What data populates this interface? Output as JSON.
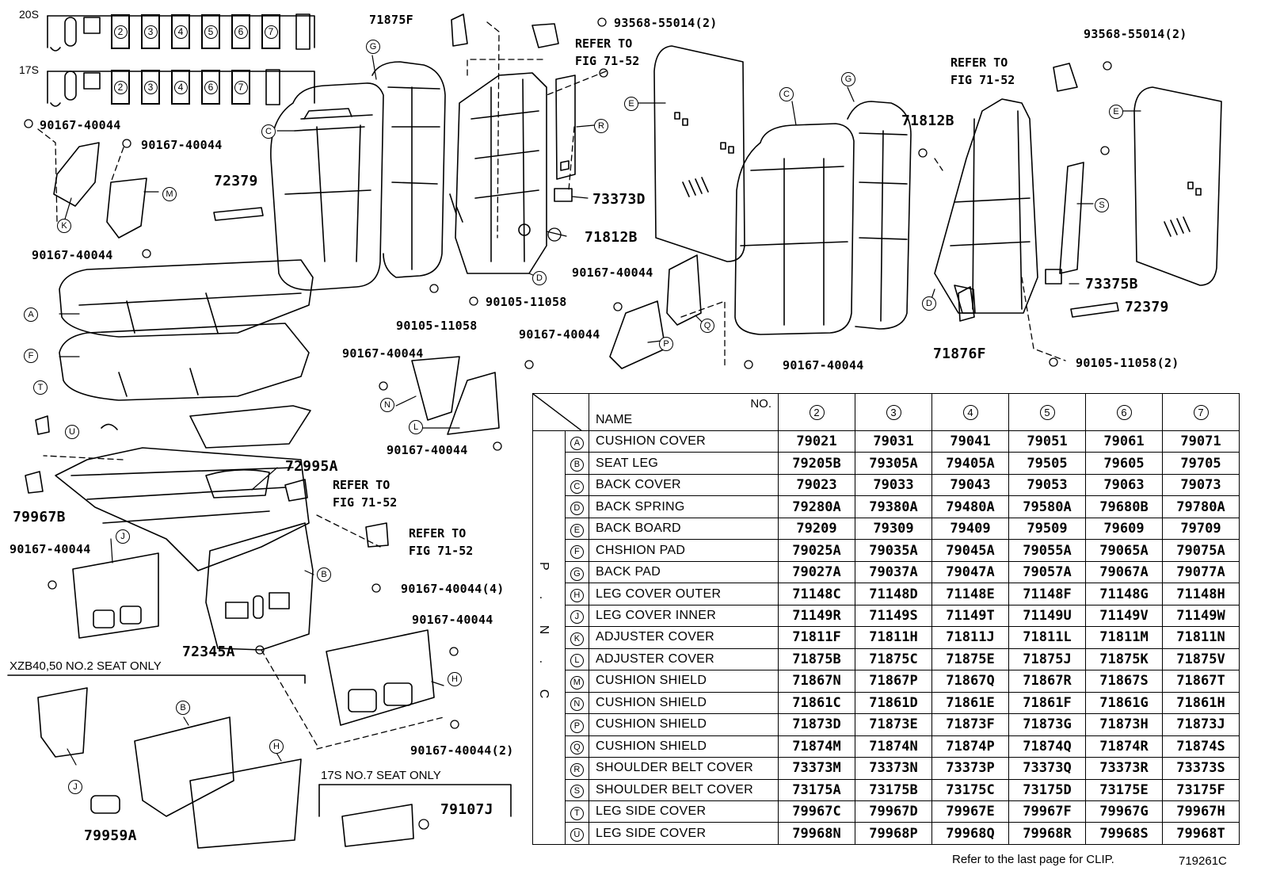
{
  "seat_configs": [
    {
      "label": "20S",
      "positions": [
        "2",
        "3",
        "4",
        "5",
        "6",
        "7"
      ]
    },
    {
      "label": "17S",
      "positions": [
        "2",
        "3",
        "4",
        "6",
        "7"
      ]
    }
  ],
  "part_labels": {
    "p71875F": "71875F",
    "p93568_a": "93568-55014(2)",
    "p93568_b": "93568-55014(2)",
    "p90167_1": "90167-40044",
    "p90167_2": "90167-40044",
    "p72379_a": "72379",
    "p90167_3": "90167-40044",
    "p73373D": "73373D",
    "p71812B_a": "71812B",
    "p71812B_b": "71812B",
    "p90167_4": "90167-40044",
    "p90105_a": "90105-11058",
    "p90105_b": "90105-11058",
    "p90167_5": "90167-40044",
    "p90167_6": "90167-40044",
    "p90167_7": "90167-40044",
    "p90167_8": "90167-40044",
    "p73375B": "73375B",
    "p72379_b": "72379",
    "p71876F": "71876F",
    "p90105_c": "90105-11058(2)",
    "p72995A": "72995A",
    "p79967B": "79967B",
    "p90167_9": "90167-40044",
    "p90167_10": "90167-40044(4)",
    "p72345A": "72345A",
    "p90167_11": "90167-40044",
    "p90167_12": "90167-40044(2)",
    "p79107J": "79107J",
    "p79959A": "79959A"
  },
  "refer_notes": {
    "r1": "REFER TO\nFIG 71-52",
    "r2": "REFER TO\nFIG 71-52",
    "r3": "REFER TO\nFIG 71-52",
    "r4": "REFER TO\nFIG 71-52"
  },
  "captions": {
    "xzb": "XZB40,50  NO.2 SEAT ONLY",
    "s17": "17S NO.7 SEAT ONLY"
  },
  "table": {
    "header_name": "NAME",
    "header_no": "NO.",
    "side_label": "P . N . C",
    "columns": [
      "2",
      "3",
      "4",
      "5",
      "6",
      "7"
    ],
    "rows": [
      {
        "key": "A",
        "name": "CUSHION COVER",
        "values": [
          "79021",
          "79031",
          "79041",
          "79051",
          "79061",
          "79071"
        ]
      },
      {
        "key": "B",
        "name": "SEAT  LEG",
        "values": [
          "79205B",
          "79305A",
          "79405A",
          "79505",
          "79605",
          "79705"
        ]
      },
      {
        "key": "C",
        "name": "BACK COVER",
        "values": [
          "79023",
          "79033",
          "79043",
          "79053",
          "79063",
          "79073"
        ]
      },
      {
        "key": "D",
        "name": "BACK SPRING",
        "values": [
          "79280A",
          "79380A",
          "79480A",
          "79580A",
          "79680B",
          "79780A"
        ]
      },
      {
        "key": "E",
        "name": "BACK BOARD",
        "values": [
          "79209",
          "79309",
          "79409",
          "79509",
          "79609",
          "79709"
        ]
      },
      {
        "key": "F",
        "name": "CHSHION PAD",
        "values": [
          "79025A",
          "79035A",
          "79045A",
          "79055A",
          "79065A",
          "79075A"
        ]
      },
      {
        "key": "G",
        "name": "BACK PAD",
        "values": [
          "79027A",
          "79037A",
          "79047A",
          "79057A",
          "79067A",
          "79077A"
        ]
      },
      {
        "key": "H",
        "name": "LEG COVER OUTER",
        "values": [
          "71148C",
          "71148D",
          "71148E",
          "71148F",
          "71148G",
          "71148H"
        ]
      },
      {
        "key": "J",
        "name": "LEG COVER INNER",
        "values": [
          "71149R",
          "71149S",
          "71149T",
          "71149U",
          "71149V",
          "71149W"
        ]
      },
      {
        "key": "K",
        "name": "ADJUSTER COVER",
        "values": [
          "71811F",
          "71811H",
          "71811J",
          "71811L",
          "71811M",
          "71811N"
        ]
      },
      {
        "key": "L",
        "name": "ADJUSTER COVER",
        "values": [
          "71875B",
          "71875C",
          "71875E",
          "71875J",
          "71875K",
          "71875V"
        ]
      },
      {
        "key": "M",
        "name": "CUSHION SHIELD",
        "values": [
          "71867N",
          "71867P",
          "71867Q",
          "71867R",
          "71867S",
          "71867T"
        ]
      },
      {
        "key": "N",
        "name": "CUSHION SHIELD",
        "values": [
          "71861C",
          "71861D",
          "71861E",
          "71861F",
          "71861G",
          "71861H"
        ]
      },
      {
        "key": "P",
        "name": "CUSHION SHIELD",
        "values": [
          "71873D",
          "71873E",
          "71873F",
          "71873G",
          "71873H",
          "71873J"
        ]
      },
      {
        "key": "Q",
        "name": "CUSHION SHIELD",
        "values": [
          "71874M",
          "71874N",
          "71874P",
          "71874Q",
          "71874R",
          "71874S"
        ]
      },
      {
        "key": "R",
        "name": "SHOULDER BELT COVER",
        "values": [
          "73373M",
          "73373N",
          "73373P",
          "73373Q",
          "73373R",
          "73373S"
        ]
      },
      {
        "key": "S",
        "name": "SHOULDER BELT COVER",
        "values": [
          "73175A",
          "73175B",
          "73175C",
          "73175D",
          "73175E",
          "73175F"
        ]
      },
      {
        "key": "T",
        "name": "LEG SIDE COVER",
        "values": [
          "79967C",
          "79967D",
          "79967E",
          "79967F",
          "79967G",
          "79967H"
        ]
      },
      {
        "key": "U",
        "name": "LEG SIDE COVER",
        "values": [
          "79968N",
          "79968P",
          "79968Q",
          "79968R",
          "79968S",
          "79968T"
        ]
      }
    ]
  },
  "footer": {
    "clip_note": "Refer to the last page for CLIP.",
    "fig_id": "719261C"
  }
}
